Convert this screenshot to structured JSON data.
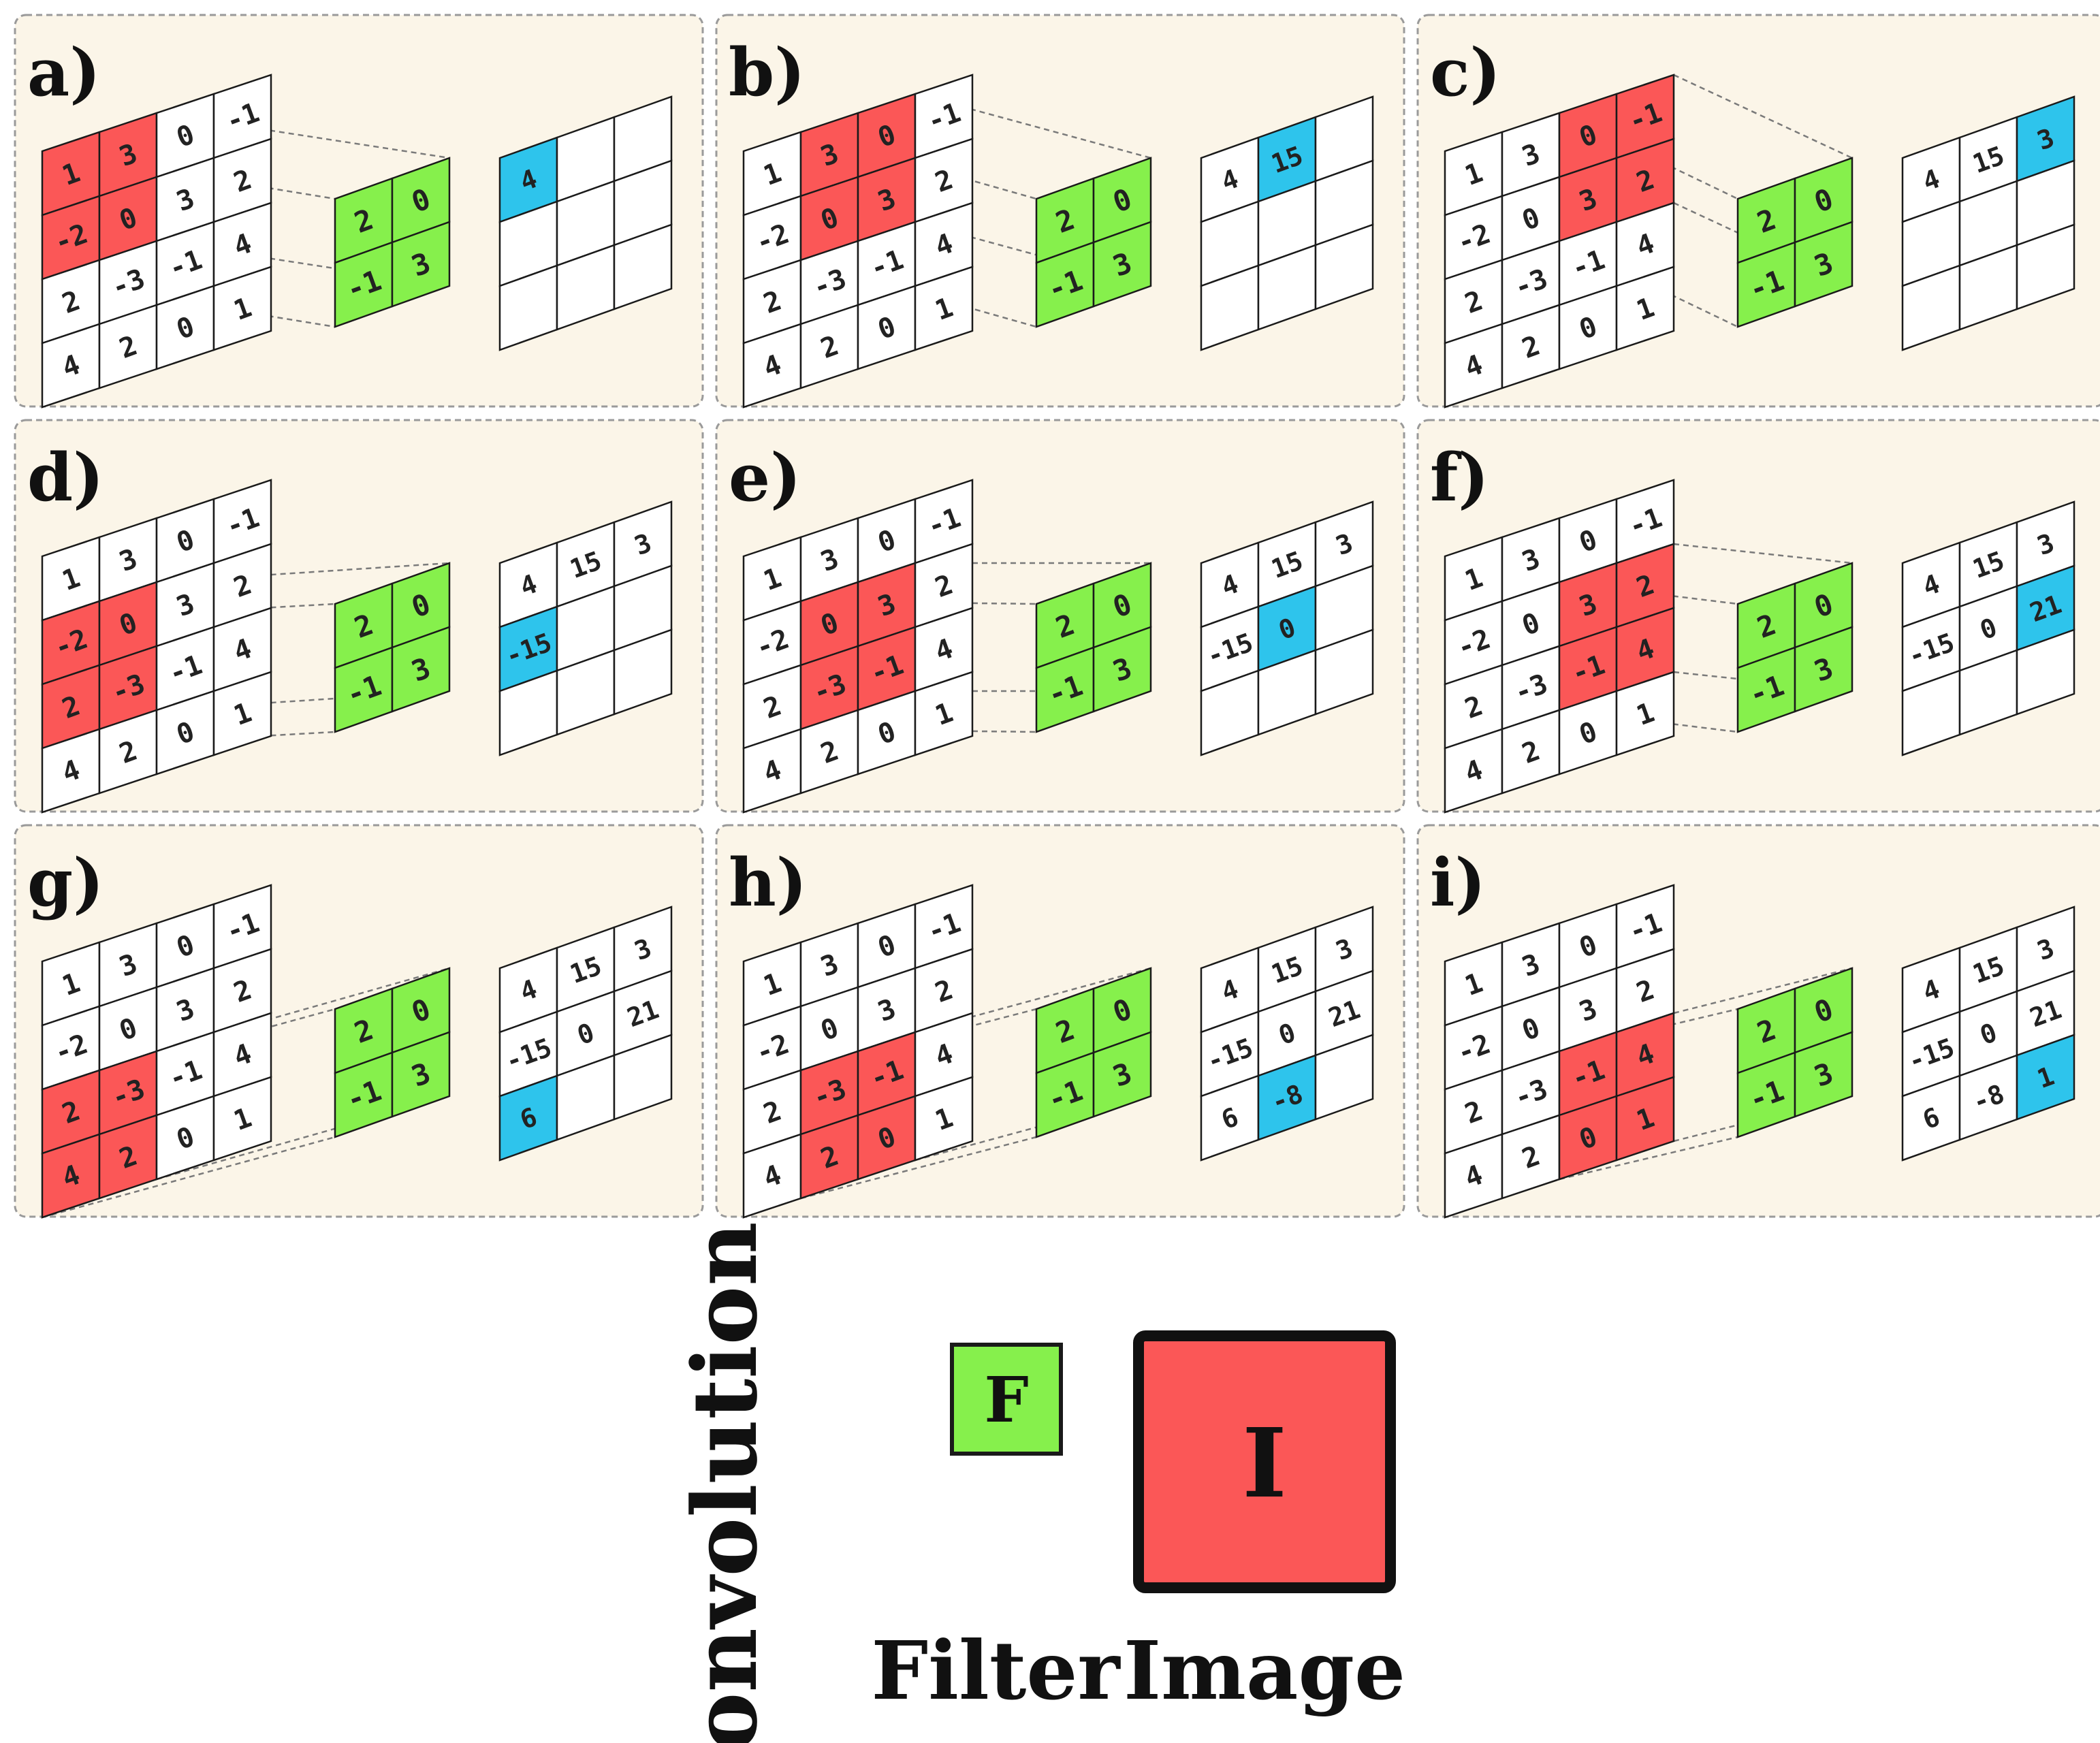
{
  "image_grid": [
    [
      1,
      3,
      0,
      -1
    ],
    [
      -2,
      0,
      3,
      2
    ],
    [
      2,
      -3,
      -1,
      4
    ],
    [
      4,
      2,
      0,
      1
    ]
  ],
  "filter_grid": [
    [
      2,
      0
    ],
    [
      -1,
      3
    ]
  ],
  "output_full": [
    [
      "4",
      "15",
      "3"
    ],
    [
      "-15",
      "0",
      "21"
    ],
    [
      "6",
      "-8",
      "1"
    ]
  ],
  "panels": [
    {
      "label": "a)",
      "row": 0,
      "col": 0
    },
    {
      "label": "b)",
      "row": 0,
      "col": 1
    },
    {
      "label": "c)",
      "row": 0,
      "col": 2
    },
    {
      "label": "d)",
      "row": 1,
      "col": 0
    },
    {
      "label": "e)",
      "row": 1,
      "col": 1
    },
    {
      "label": "f)",
      "row": 1,
      "col": 2
    },
    {
      "label": "g)",
      "row": 2,
      "col": 0
    },
    {
      "label": "h)",
      "row": 2,
      "col": 1
    },
    {
      "label": "i)",
      "row": 2,
      "col": 2
    }
  ],
  "legend": {
    "title": "Convolution",
    "filter_symbol": "F",
    "filter_label": "Filter",
    "image_symbol": "I",
    "image_label": "Image"
  },
  "colors": {
    "panel_bg": "#fbf5e8",
    "panel_border": "#9a9a9a",
    "image_highlight": "#fb5757",
    "filter": "#86f04c",
    "output_highlight": "#2ec4ec",
    "cell": "#ffffff",
    "cell_border": "#1a1a1a"
  }
}
